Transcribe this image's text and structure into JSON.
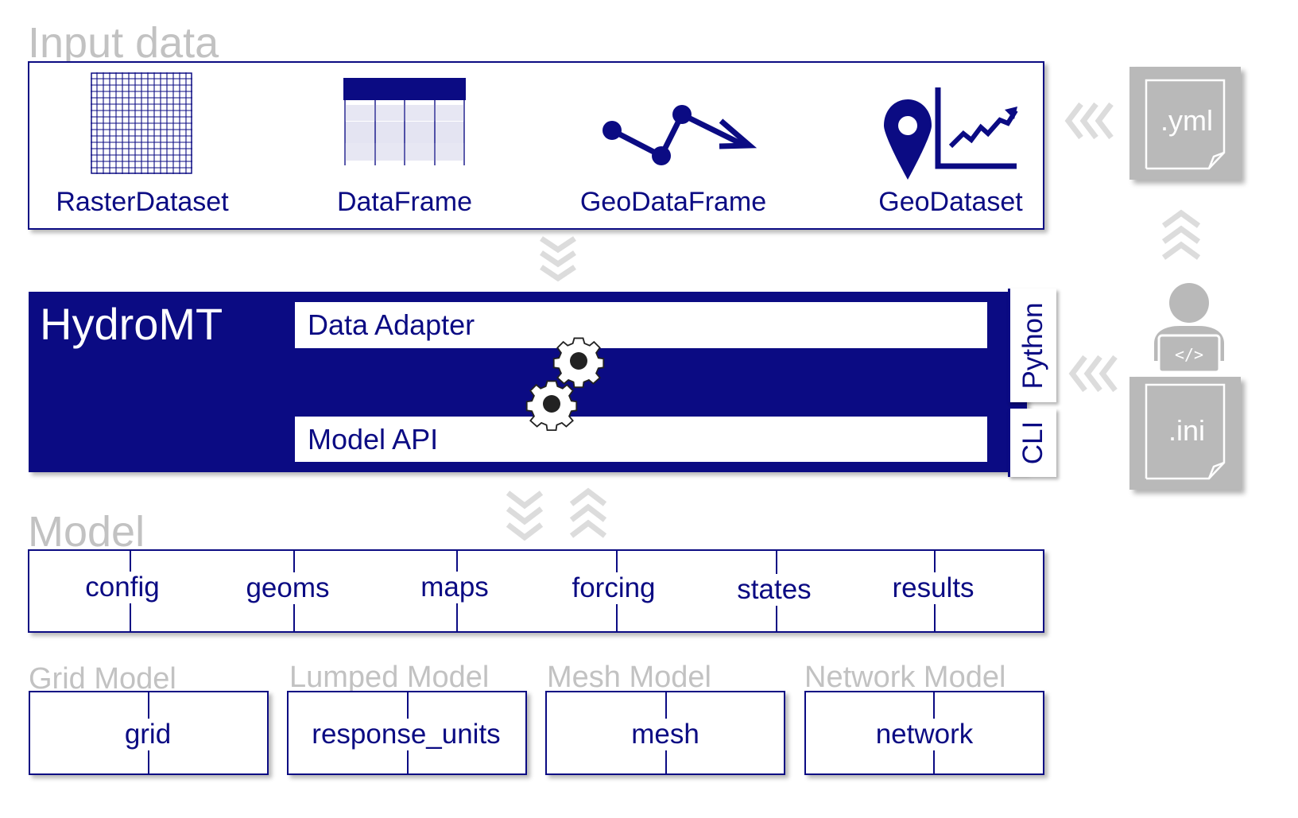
{
  "sections": {
    "input_title": "Input data",
    "model_title": "Model"
  },
  "input_types": [
    {
      "label": "RasterDataset",
      "icon": "raster-grid-icon"
    },
    {
      "label": "DataFrame",
      "icon": "table-icon"
    },
    {
      "label": "GeoDataFrame",
      "icon": "polyline-arrow-icon"
    },
    {
      "label": "GeoDataset",
      "icon": "location-timeseries-icon"
    }
  ],
  "hydromt": {
    "title": "HydroMT",
    "data_adapter": "Data Adapter",
    "model_api": "Model API",
    "python_tab": "Python",
    "cli_tab": "CLI"
  },
  "config_files": {
    "yml": ".yml",
    "ini": ".ini"
  },
  "model_components": [
    "config",
    "geoms",
    "maps",
    "forcing",
    "states",
    "results"
  ],
  "model_types": [
    {
      "title": "Grid Model",
      "component": "grid"
    },
    {
      "title": "Lumped Model",
      "component": "response_units"
    },
    {
      "title": "Mesh Model",
      "component": "mesh"
    },
    {
      "title": "Network Model",
      "component": "network"
    }
  ],
  "colors": {
    "navy": "#0b0b83",
    "gray_text": "#c2c2c2",
    "gray_card": "#b9b9b9",
    "chevron": "#dcdcdc"
  }
}
